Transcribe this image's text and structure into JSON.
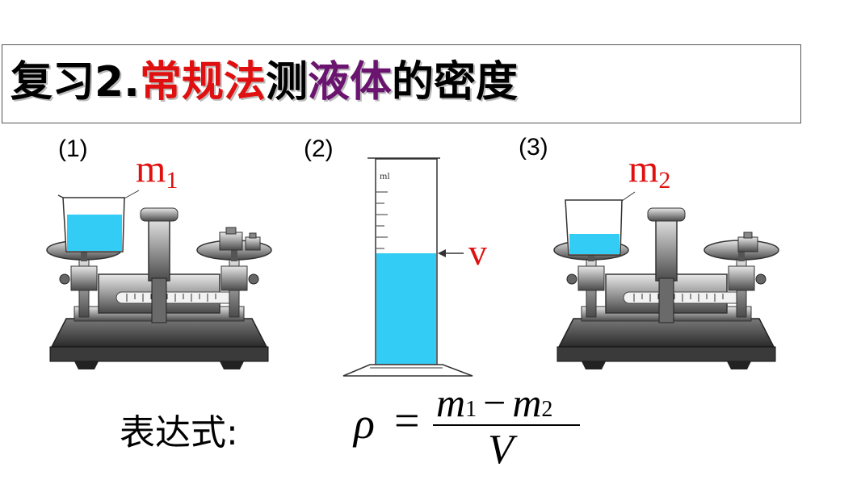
{
  "title": {
    "parts": [
      {
        "text": "复习2.",
        "color": "#000000"
      },
      {
        "text": "常规法",
        "color": "#e01010"
      },
      {
        "text": "测",
        "color": "#000000"
      },
      {
        "text": "液体",
        "color": "#6a1470"
      },
      {
        "text": "的密度",
        "color": "#000000"
      }
    ]
  },
  "steps": [
    {
      "number": "(1)",
      "mass_symbol": "m",
      "mass_sub": "1"
    },
    {
      "number": "(2)",
      "volume_symbol": "v",
      "unit": "ml"
    },
    {
      "number": "(3)",
      "mass_symbol": "m",
      "mass_sub": "2"
    }
  ],
  "expression": {
    "label": "表达式:",
    "rho": "ρ",
    "equals": "=",
    "numerator_a": "m",
    "numerator_a_sub": "1",
    "minus": "−",
    "numerator_b": "m",
    "numerator_b_sub": "2",
    "denominator": "V"
  },
  "colors": {
    "liquid": "#33ccf5",
    "accent": "#e01010",
    "purple": "#6a1470"
  },
  "icons": [
    "balance-scale-icon",
    "beaker-icon",
    "graduated-cylinder-icon",
    "weight-icon"
  ]
}
